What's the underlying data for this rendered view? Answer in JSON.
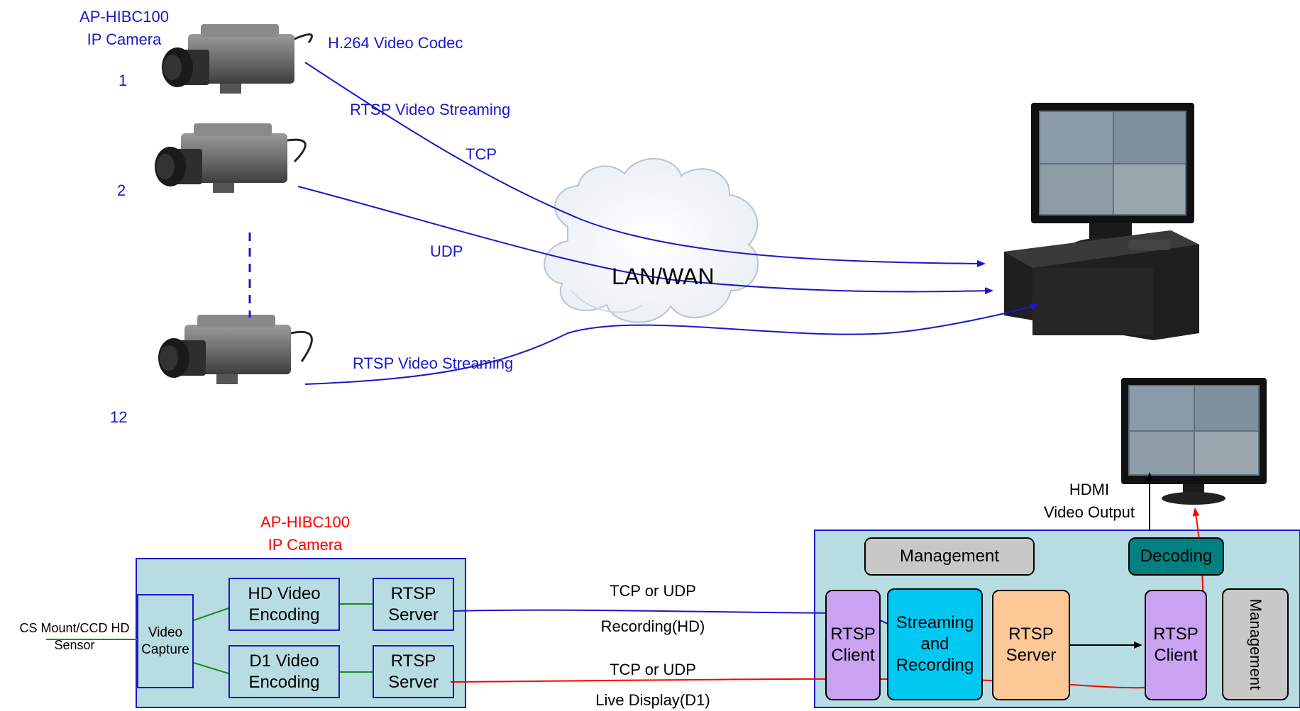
{
  "top": {
    "camera_title": "AP-HIBC100\nIP Camera",
    "cam_numbers": [
      "1",
      "2",
      "12"
    ],
    "codec_label": "H.264 Video Codec",
    "rtsp_top": "RTSP Video Streaming",
    "tcp_label": "TCP",
    "udp_label": "UDP",
    "rtsp_bottom": "RTSP Video Streaming",
    "cloud_label": "LAN/WAN"
  },
  "camera_block": {
    "title_line1": "AP-HIBC100",
    "title_line2": "IP Camera",
    "sensor_label_line1": "CS Mount/CCD HD",
    "sensor_label_line2": "Sensor",
    "capture": "Video\nCapture",
    "hd_encoding": "HD Video\nEncoding",
    "d1_encoding": "D1 Video\nEncoding",
    "rtsp_server_1": "RTSP\nServer",
    "rtsp_server_2": "RTSP\nServer"
  },
  "links": {
    "tcp_udp_1": "TCP or UDP",
    "recording_hd": "Recording(HD)",
    "tcp_udp_2": "TCP or UDP",
    "live_display": "Live Display(D1)"
  },
  "nvr_block": {
    "management_top": "Management",
    "decoding": "Decoding",
    "rtsp_client_left": "RTSP\nClient",
    "streaming_recording": "Streaming\nand\nRecording",
    "rtsp_server": "RTSP\nServer",
    "rtsp_client_right": "RTSP\nClient",
    "management_side": "Management"
  },
  "output": {
    "hdmi_line1": "HDMI",
    "hdmi_line2": "Video Output"
  },
  "colors": {
    "blue_text": "#1b17c8",
    "red_text": "#ff0000",
    "panel_fill": "#b7dde3",
    "panel_border": "#1b17c8",
    "purple": "#c9a2f2",
    "cyan": "#00c8f0",
    "orange": "#fcc896",
    "teal": "#008080",
    "gray": "#c8c8c8",
    "inner_border": "#1b17c8"
  }
}
